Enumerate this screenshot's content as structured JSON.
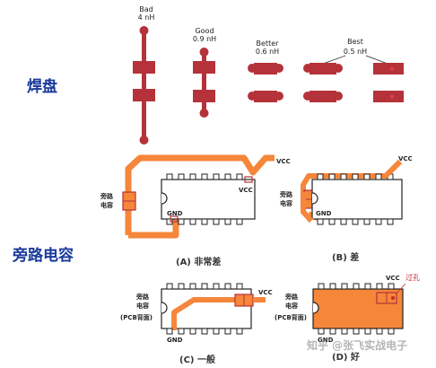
{
  "section_labels": {
    "pads": "焊盘",
    "bypass": "旁路电容"
  },
  "inductance_levels": [
    {
      "rating": "Bad",
      "value": "4 nH"
    },
    {
      "rating": "Good",
      "value": "0.9 nH"
    },
    {
      "rating": "Better",
      "value": "0.6 nH"
    },
    {
      "rating": "Best",
      "value": "0.5 nH"
    }
  ],
  "pin_labels": {
    "vcc": "VCC",
    "gnd": "GND"
  },
  "cap_label": "旁路\n电容",
  "pcb_back_label": "(PCB背面)",
  "via_annotation": "过孔",
  "layout_captions": {
    "a": "(A) 非常差",
    "b": "(B) 差",
    "c": "(C) 一般",
    "d": "(D) 好"
  },
  "watermark": "知乎 @张飞实战电子",
  "colors": {
    "pad": "#b5323a",
    "trace": "#f5863a",
    "via": "#c8272f",
    "ink": "#222222",
    "title": "#1a3a9a"
  }
}
